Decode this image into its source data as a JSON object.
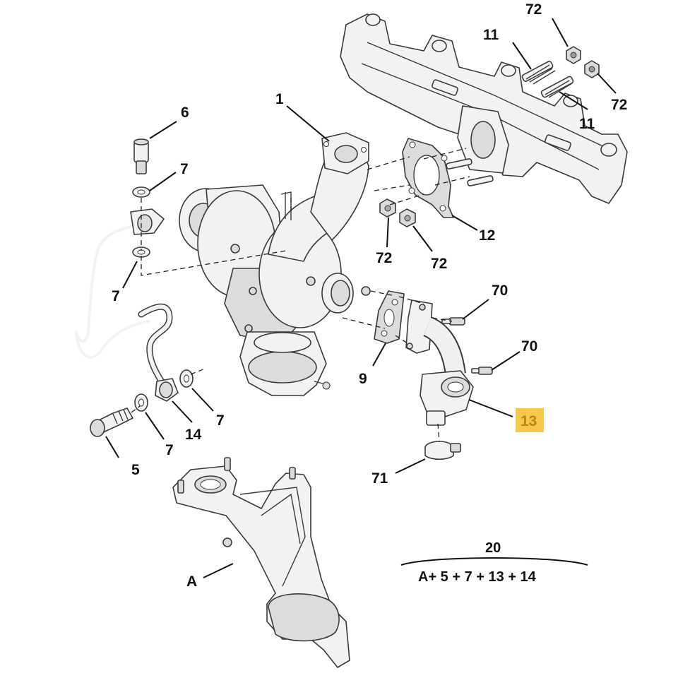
{
  "callouts": {
    "c1": "1",
    "c6": "6",
    "c7a": "7",
    "c7b": "7",
    "c7c": "7",
    "c7d": "7",
    "c5": "5",
    "c14": "14",
    "c9": "9",
    "c11a": "11",
    "c11b": "11",
    "c72a": "72",
    "c72b": "72",
    "c72c": "72",
    "c72d": "72",
    "c12": "12",
    "c70a": "70",
    "c70b": "70",
    "c13": "13",
    "c71": "71",
    "cA": "A"
  },
  "kit": {
    "number": "20",
    "formula": "A+ 5 + 7 + 13 + 14"
  },
  "highlight": {
    "color": "#f6c84a",
    "text_color": "#b8860b"
  }
}
